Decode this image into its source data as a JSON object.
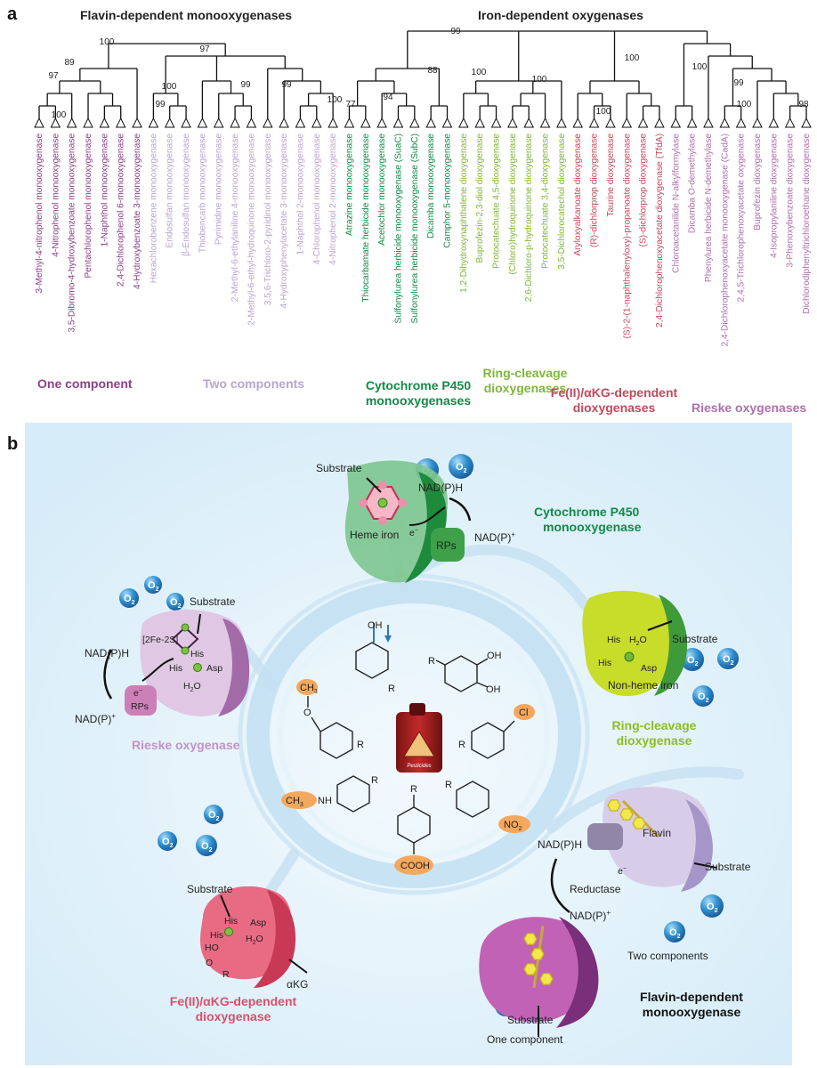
{
  "panel_a": {
    "letter": "a",
    "flavin_title": "Flavin-dependent monooxygenases",
    "iron_title": "Iron-dependent oxygenases",
    "bootstrap": [
      "100",
      "97",
      "89",
      "100",
      "100",
      "99",
      "97",
      "99",
      "99",
      "100",
      "77",
      "94",
      "88",
      "99",
      "100",
      "100",
      "100",
      "100",
      "100",
      "99",
      "100",
      "98"
    ],
    "leaves": [
      {
        "label": "3-Methyl-4-nitrophenol monooxygenase",
        "group": "one"
      },
      {
        "label": "4-Nitrophenol monooxygenase",
        "group": "one"
      },
      {
        "label": "3,5-Dibromo-4-hydroxybenzoate monooxygenase",
        "group": "one"
      },
      {
        "label": "Pentachlorophenol monooxygenase",
        "group": "one"
      },
      {
        "label": "1-Naphthol monooxygenase",
        "group": "one"
      },
      {
        "label": "2,4-Dichlorophenol 6-monooxygenase",
        "group": "one"
      },
      {
        "label": "4-Hydroxybenzoate 3-monooxygenase",
        "group": "one"
      },
      {
        "label": "Hexachlorobenzene monooxygenase",
        "group": "two"
      },
      {
        "label": "Endosulfan monooxygenase",
        "group": "two"
      },
      {
        "label": "β-Endosulfan monooxygenase",
        "group": "two"
      },
      {
        "label": "Thiobencarb monooxygenase",
        "group": "two"
      },
      {
        "label": "Pyrimidine monooxygenase",
        "group": "two"
      },
      {
        "label": "2-Methyl-6-ethylaniline 4-monooxygenase",
        "group": "two"
      },
      {
        "label": "2-Methyl-6-ethyl-hydroquinone monooxygenase",
        "group": "two"
      },
      {
        "label": "3,5,6-Trichloro-2-pyridinol monooxygenase",
        "group": "two"
      },
      {
        "label": "4-Hydroxyphenylacetate 3-monooxygenase",
        "group": "two"
      },
      {
        "label": "1-Naphthol 2-monooxygenase",
        "group": "two"
      },
      {
        "label": "4-Chlorophenol monooxygenase",
        "group": "two"
      },
      {
        "label": "4-Nitrophenol 2-monooxygenase",
        "group": "two"
      },
      {
        "label": "Atrazine monooxygenase",
        "group": "p450"
      },
      {
        "label": "Thiocarbamate herbicide monooxygenase",
        "group": "p450"
      },
      {
        "label": "Acetochlor monooxygenase",
        "group": "p450"
      },
      {
        "label": "Sulfonylurea herbicide monooxygenase (SuaC)",
        "group": "p450"
      },
      {
        "label": "Sulfonylurea herbicide monooxygenase (SubC)",
        "group": "p450"
      },
      {
        "label": "Dicamba monooxygenase",
        "group": "p450"
      },
      {
        "label": "Camphor 5-monooxygenase",
        "group": "p450"
      },
      {
        "label": "1,2-Dihydroxynaphthalene dioxygenase",
        "group": "ring"
      },
      {
        "label": "Buprofezin-2,3-diol dioxygenase",
        "group": "ring"
      },
      {
        "label": "Protocatechuate 4,5-dioxygenase",
        "group": "ring"
      },
      {
        "label": "(Chloro)hydroquinone dioxygenase",
        "group": "ring"
      },
      {
        "label": "2,6-Dichloro-p-hydroquinone dioxygenase",
        "group": "ring"
      },
      {
        "label": "Protocatechuate 3,4-dioxygenase",
        "group": "ring"
      },
      {
        "label": "3,5-Dichlorocatechol dioxygenase",
        "group": "ring"
      },
      {
        "label": "Aryloxyalkanoate dioxygenase",
        "group": "akg"
      },
      {
        "label": "(R)-dichlorprop dioxygenase",
        "group": "akg"
      },
      {
        "label": "Taurine dioxygenase",
        "group": "akg"
      },
      {
        "label": "(S)-2-(1-naphthalenyloxy)-propanoate dioxygenase",
        "group": "akg"
      },
      {
        "label": "(S)-dichlorprop dioxygenase",
        "group": "akg"
      },
      {
        "label": "2,4-Dichlorophenoxyacetate dioxygenase (TfdA)",
        "group": "akg"
      },
      {
        "label": "Chloroacetanilide N-alkylformylase",
        "group": "rieske"
      },
      {
        "label": "Dicamba O-demethylase",
        "group": "rieske"
      },
      {
        "label": "Phenylurea herbicide N-demethylase",
        "group": "rieske"
      },
      {
        "label": "2,4-Dichlorophenoxyacetate monooxygenase (CadA)",
        "group": "rieske"
      },
      {
        "label": "2,4,5-Trichlorophenoxyacetate oxygenase",
        "group": "rieske"
      },
      {
        "label": "Buprofezin dioxygenase",
        "group": "rieske"
      },
      {
        "label": "4-Isopropylaniline dioxygenase",
        "group": "rieske"
      },
      {
        "label": "3-Phenoxybenzoate dioxygenase",
        "group": "rieske"
      },
      {
        "label": "Dichlorodiphenyltrichloroethane dioxygenase",
        "group": "rieske"
      }
    ],
    "groups": {
      "one": {
        "label": "One component",
        "color": "#8e3f8a"
      },
      "two": {
        "label": "Two components",
        "color": "#b9a5cf"
      },
      "p450": {
        "label1": "Cytochrome P450",
        "label2": "monooxygenases",
        "color": "#138a46"
      },
      "ring": {
        "label1": "Ring-cleavage",
        "label2": "dioxygenases",
        "color": "#7fb63a"
      },
      "akg": {
        "label1": "Fe(II)/αKG-dependent",
        "label2": "dioxygenases",
        "color": "#c4495c"
      },
      "rieske": {
        "label": "Rieske oxygenases",
        "color": "#b06fae"
      }
    }
  },
  "panel_b": {
    "letter": "b",
    "o2": "O",
    "o2_sub": "2",
    "p450": {
      "title1": "Cytochrome P450",
      "title2": "monooxygenase",
      "substrate": "Substrate",
      "nadph": "NAD(P)H",
      "nadp": "NAD(P)",
      "nadp_sup": "+",
      "heme": "Heme iron",
      "e": "e",
      "e_sup": "−",
      "rps": "RPs"
    },
    "rieske": {
      "title": "Rieske oxygenase",
      "substrate": "Substrate",
      "nadph": "NAD(P)H",
      "nadp": "NAD(P)",
      "nadp_sup": "+",
      "cluster": "[2Fe-2S]",
      "his1": "His",
      "his2": "His",
      "asp": "Asp",
      "water": "H",
      "water_sub": "2",
      "water_o": "O",
      "e": "e",
      "e_sup": "−",
      "rps": "RPs"
    },
    "ring": {
      "title1": "Ring-cleavage",
      "title2": "dioxygenase",
      "substrate": "Substrate",
      "his1": "His",
      "his2": "His",
      "asp": "Asp",
      "water": "H",
      "water_sub": "2",
      "water_o": "O",
      "iron": "Non-heme iron"
    },
    "akg": {
      "title1": "Fe(II)/αKG-dependent",
      "title2": "dioxygenase",
      "substrate": "Substrate",
      "his1": "His",
      "his2": "His",
      "asp": "Asp",
      "water": "H",
      "water_sub": "2",
      "water_o": "O",
      "ho": "HO",
      "o": "O",
      "r": "R",
      "akg": "αKG"
    },
    "flavin": {
      "title1": "Flavin-dependent",
      "title2": "monooxygenase",
      "nadph": "NAD(P)H",
      "nadp": "NAD(P)",
      "nadp_sup": "+",
      "reductase": "Reductase",
      "flavin": "Flavin",
      "substrate": "Substrate",
      "substrate2": "Substrate",
      "e": "e",
      "e_sup": "−",
      "two": "Two components",
      "one": "One component"
    },
    "center": {
      "oh": "OH",
      "r": "R",
      "cl": "Cl",
      "no2": "NO",
      "no2_sub": "2",
      "cooh": "COOH",
      "ch3": "CH",
      "ch3_sub": "3",
      "nh": "NH",
      "o": "O",
      "pesticides": "Pesticides"
    }
  }
}
